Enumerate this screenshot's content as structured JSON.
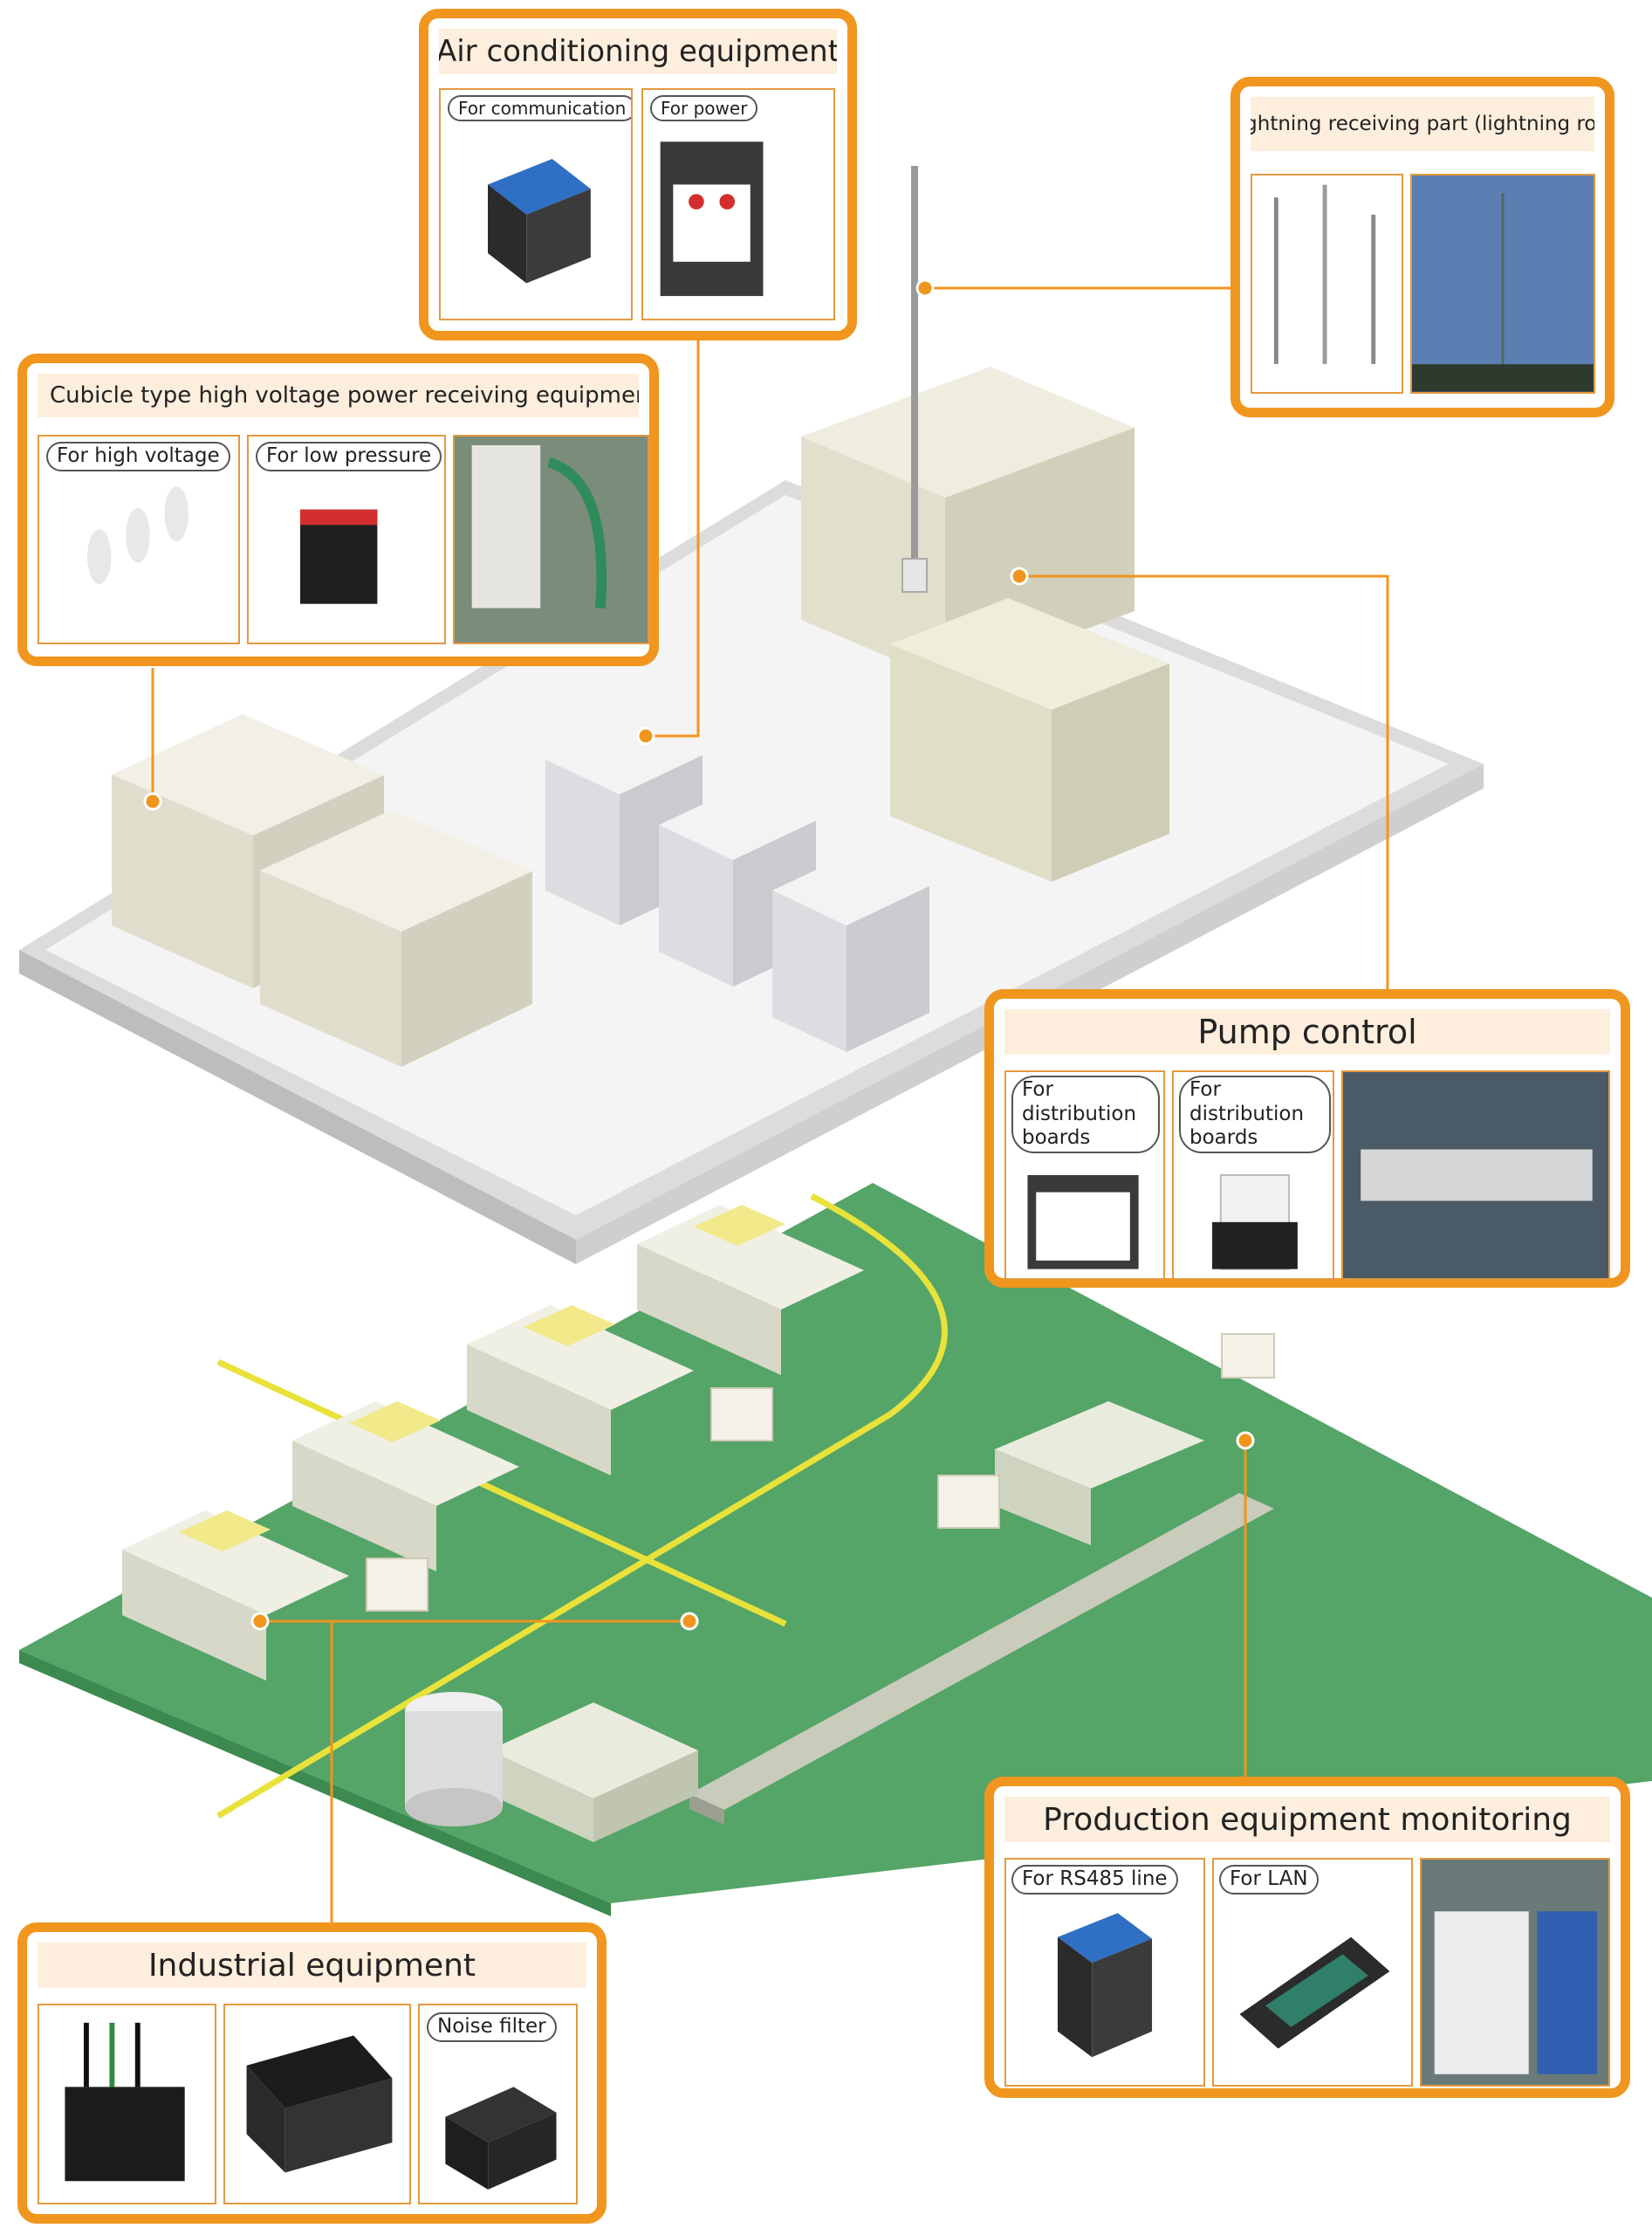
{
  "colors": {
    "accent_orange": "#f0961e",
    "floor_green": "#5aa86c",
    "line_yellow": "#e8e23a",
    "roof_gray": "#f0f0f0",
    "title_bg": "#fdeedd"
  },
  "callouts": {
    "air_conditioning": {
      "title": "Air conditioning equipment",
      "tags": [
        "For communication",
        "For power"
      ]
    },
    "lightning": {
      "title": "Lightning receiving part (lightning rod)"
    },
    "cubicle": {
      "title": "Cubicle type high voltage power receiving equipment",
      "tags": [
        "For high voltage",
        "For low pressure"
      ]
    },
    "pump": {
      "title": "Pump control",
      "tags": [
        "For distribution boards",
        "For distribution boards"
      ]
    },
    "production": {
      "title": "Production equipment monitoring",
      "tags": [
        "For RS485 line",
        "For LAN"
      ]
    },
    "industrial": {
      "title": "Industrial equipment",
      "tags": [
        "Noise filter"
      ]
    }
  },
  "icons": [
    "lightning-rod-icon",
    "water-tank-icon",
    "outdoor-ac-unit-icon",
    "cubicle-cabinet-icon",
    "injection-molding-machine-icon",
    "conveyor-line-icon",
    "storage-tank-icon",
    "pallet-icon",
    "surge-protector-icon"
  ]
}
